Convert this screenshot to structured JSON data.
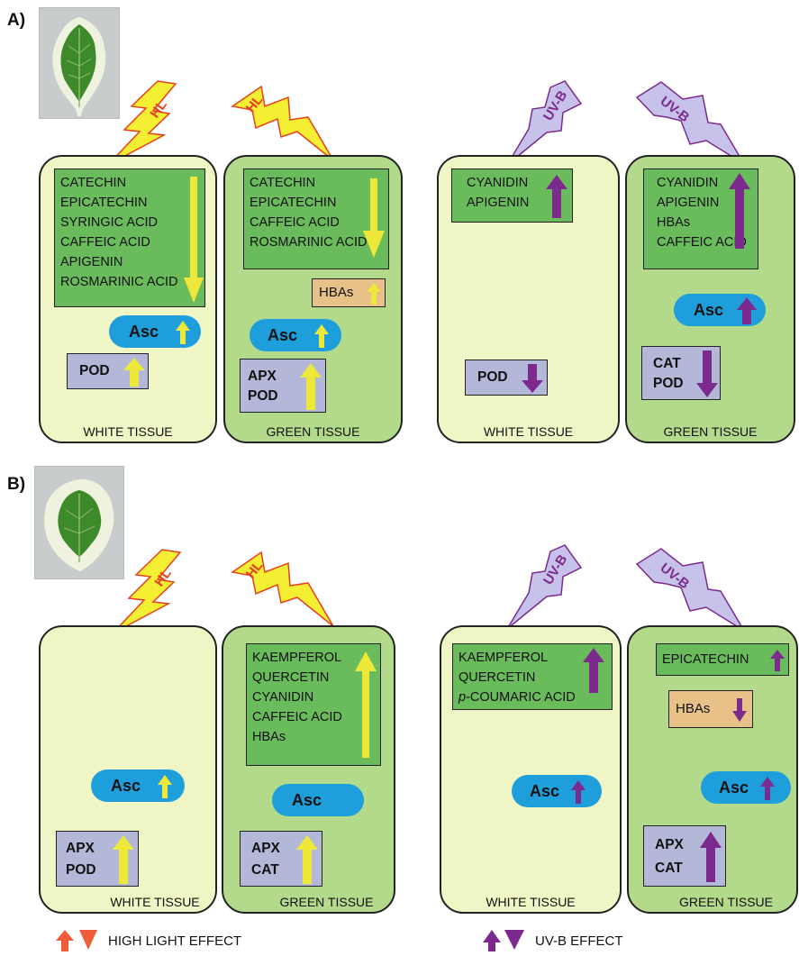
{
  "colors": {
    "high_light_arrow": "#ede83a",
    "high_light_legend": "#ee5d37",
    "uvb_arrow": "#7d2a8e",
    "white_tissue": "#f0f5c6",
    "green_tissue": "#b3d98a",
    "compound_box": "#6abb5c",
    "hbas_box": "#e8c188",
    "enzyme_box": "#b4b8d8",
    "asc_pill": "#1e9fdb",
    "hl_bolt": "#f4ef32",
    "uvb_bolt": "#c6c2ea"
  },
  "panelA": {
    "label": "A)",
    "bolt_hl": "HL",
    "bolt_uvb": "UV-B",
    "hl_white": {
      "compounds": [
        "CATECHIN",
        "EPICATECHIN",
        "SYRINGIC ACID",
        "CAFFEIC ACID",
        "APIGENIN",
        "ROSMARINIC ACID"
      ],
      "compounds_effect": "down",
      "asc": "Asc",
      "asc_effect": "up",
      "enzymes": [
        "POD"
      ],
      "enzymes_effect": "up",
      "tissue": "WHITE TISSUE"
    },
    "hl_green": {
      "compounds": [
        "CATECHIN",
        "EPICATECHIN",
        "CAFFEIC ACID",
        "ROSMARINIC ACID"
      ],
      "compounds_effect": "down",
      "hbas": "HBAs",
      "hbas_effect": "up",
      "asc": "Asc",
      "asc_effect": "up",
      "enzymes": [
        "APX",
        "POD"
      ],
      "enzymes_effect": "up",
      "tissue": "GREEN TISSUE"
    },
    "uvb_white": {
      "compounds": [
        "CYANIDIN",
        "APIGENIN"
      ],
      "compounds_effect": "up",
      "enzymes": [
        "POD"
      ],
      "enzymes_effect": "down",
      "tissue": "WHITE TISSUE"
    },
    "uvb_green": {
      "compounds": [
        "CYANIDIN",
        "APIGENIN",
        "HBAs",
        "CAFFEIC ACID"
      ],
      "compounds_effect": "up",
      "asc": "Asc",
      "asc_effect": "up",
      "enzymes": [
        "CAT",
        "POD"
      ],
      "enzymes_effect": "down",
      "tissue": "GREEN TISSUE"
    }
  },
  "panelB": {
    "label": "B)",
    "bolt_hl": "HL",
    "bolt_uvb": "UV-B",
    "hl_white": {
      "asc": "Asc",
      "asc_effect": "up",
      "enzymes": [
        "APX",
        "POD"
      ],
      "enzymes_effect": "up",
      "tissue": "WHITE TISSUE"
    },
    "hl_green": {
      "compounds": [
        "KAEMPFEROL",
        "QUERCETIN",
        "CYANIDIN",
        "CAFFEIC ACID",
        "HBAs"
      ],
      "compounds_effect": "up",
      "asc": "Asc",
      "enzymes": [
        "APX",
        "CAT"
      ],
      "enzymes_effect": "up",
      "tissue": "GREEN TISSUE"
    },
    "uvb_white": {
      "compounds": [
        "KAEMPFEROL",
        "QUERCETIN"
      ],
      "compound_italic_prefix": "p",
      "compound_suffix": "-COUMARIC ACID",
      "compounds_effect": "up",
      "asc": "Asc",
      "asc_effect": "up",
      "tissue": "WHITE TISSUE"
    },
    "uvb_green": {
      "compounds": [
        "EPICATECHIN"
      ],
      "compounds_effect": "up",
      "hbas": "HBAs",
      "hbas_effect": "down",
      "asc": "Asc",
      "asc_effect": "up",
      "enzymes": [
        "APX",
        "CAT"
      ],
      "enzymes_effect": "up",
      "tissue": "GREEN TISSUE"
    }
  },
  "legend": {
    "high_light": "HIGH LIGHT EFFECT",
    "uvb": "UV-B EFFECT"
  }
}
